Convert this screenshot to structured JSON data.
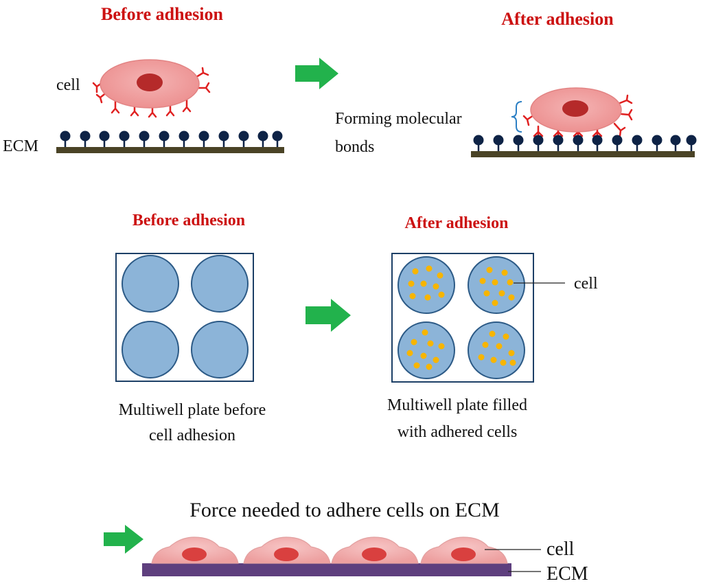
{
  "colors": {
    "title": "#cc1111",
    "arrow": "#22b24c",
    "cell_body": "#f0a0a0",
    "cell_nucleus": "#b52a2a",
    "receptor": "#e02020",
    "ligand": "#0e2346",
    "ecm_bar": "#4a4326",
    "well": "#8cb4d8",
    "well_stroke": "#2c5a86",
    "dot": "#f7b500",
    "ecm_purple": "#5e3f7e"
  },
  "panel1": {
    "before_title": "Before adhesion",
    "after_title": "After adhesion",
    "cell_label": "cell",
    "ecm_label": "ECM",
    "bond_label_1": "Forming molecular",
    "bond_label_2": "bonds"
  },
  "panel2": {
    "before_title": "Before adhesion",
    "after_title": "After adhesion",
    "before_caption_1": "Multiwell plate before",
    "before_caption_2": "cell adhesion",
    "after_caption_1": "Multiwell plate filled",
    "after_caption_2": "with adhered cells",
    "cell_label": "cell"
  },
  "panel3": {
    "title": "Force needed to adhere cells on ECM",
    "cell_label": "cell",
    "ecm_label": "ECM"
  }
}
